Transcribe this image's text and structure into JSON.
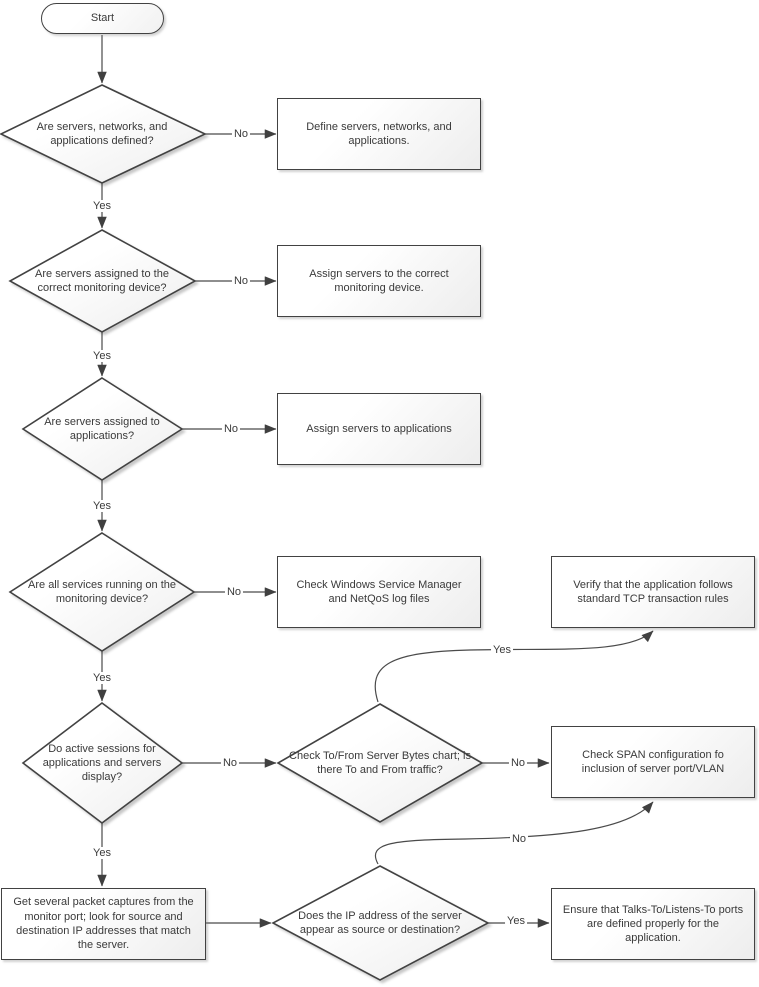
{
  "diagram": {
    "type": "flowchart",
    "colors": {
      "shape_border": "#424242",
      "connector": "#4a4a4a",
      "text": "#3a3a3a",
      "fill_top": "#ffffff",
      "fill_bottom": "#ededed",
      "background": "#ffffff"
    },
    "nodes": {
      "start": "Start",
      "d1": "Are servers, networks, and applications defined?",
      "r1": "Define servers, networks, and applications.",
      "d2": "Are servers assigned to the correct monitoring device?",
      "r2": "Assign servers to the correct monitoring device.",
      "d3": "Are servers assigned to applications?",
      "r3": "Assign servers to applications",
      "d4": "Are all services running on the monitoring device?",
      "r4": "Check Windows Service Manager and NetQoS log files",
      "r5": "Verify that the application follows standard TCP transaction rules",
      "d5": "Do active sessions for applications and servers display?",
      "d6": "Check To/From Server Bytes chart; is there To and From traffic?",
      "r6": "Check SPAN configuration fo inclusion of server port/VLAN",
      "r7": "Get several packet captures from the monitor port; look for source and destination IP addresses that match the server.",
      "d7": "Does the IP address of the server appear as source or destination?",
      "r8": "Ensure that Talks-To/Listens-To ports are defined properly for the application."
    },
    "edges": {
      "no1": "No",
      "no2": "No",
      "no3": "No",
      "no4": "No",
      "no5": "No",
      "no6": "No",
      "no7": "No",
      "yes1": "Yes",
      "yes2": "Yes",
      "yes3": "Yes",
      "yes4": "Yes",
      "yes5": "Yes",
      "yes6": "Yes",
      "yes7": "Yes"
    }
  }
}
